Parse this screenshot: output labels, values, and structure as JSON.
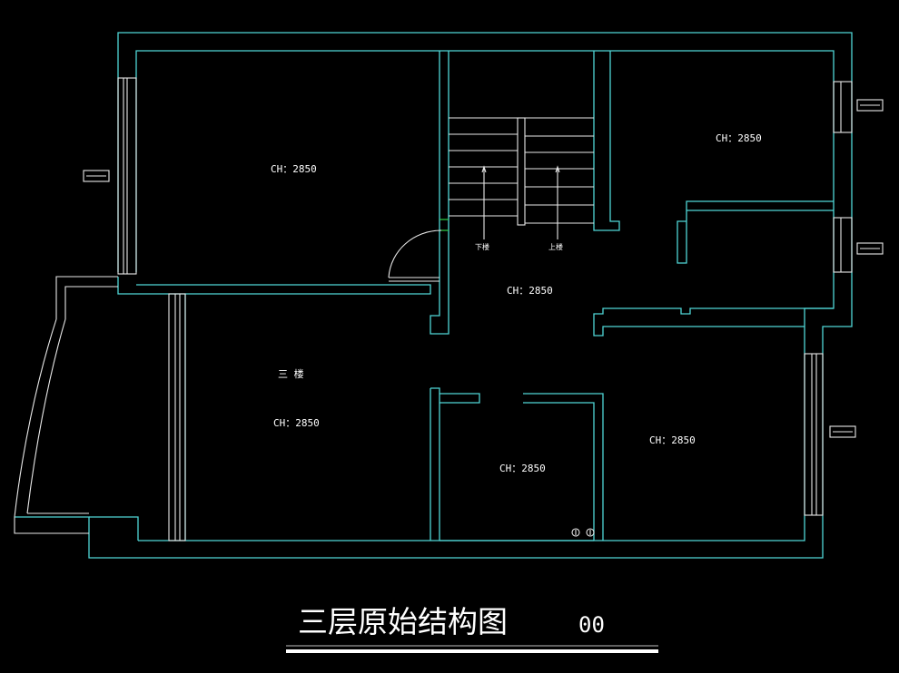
{
  "drawing": {
    "title": "三层原始结构图",
    "title_suffix": "00",
    "floor_label": "三 楼",
    "rooms": [
      {
        "id": "top-left",
        "label": "CH：2850"
      },
      {
        "id": "top-right",
        "label": "CH：2850"
      },
      {
        "id": "hall",
        "label": "CH：2850"
      },
      {
        "id": "left-big",
        "label": "CH：2850"
      },
      {
        "id": "small-center",
        "label": "CH：2850"
      },
      {
        "id": "bottom-right",
        "label": "CH：2850"
      }
    ],
    "stairs": {
      "down_label": "下楼",
      "up_label": "上楼"
    },
    "colors": {
      "background": "#000000",
      "wall": "#4fd6d6",
      "window": "#e8e8e8",
      "text": "#ffffff"
    }
  }
}
